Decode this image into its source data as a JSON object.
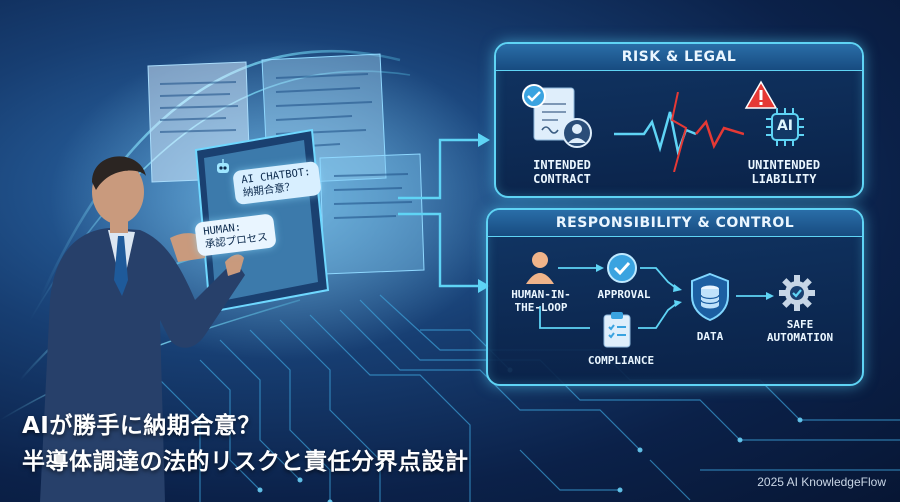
{
  "chat": {
    "ai_bubble": "AI CHATBOT:\n納期合意？",
    "human_bubble": "HUMAN:\n承認プロセス"
  },
  "risk_panel": {
    "title": "RISK & LEGAL",
    "intended": "INTENDED\nCONTRACT",
    "unintended": "UNINTENDED\nLIABILITY",
    "chip_text": "AI"
  },
  "control_panel": {
    "title": "RESPONSIBILITY & CONTROL",
    "human": "HUMAN-IN-\nTHE-LOOP",
    "approval": "APPROVAL",
    "compliance": "COMPLIANCE",
    "data": "DATA",
    "safe": "SAFE\nAUTOMATION"
  },
  "headline": {
    "line1": "AIが勝手に納期合意？",
    "line2": "半導体調達の法的リスクと責任分界点設計"
  },
  "credit": "2025 AI KnowledgeFlow",
  "colors": {
    "accent": "#5fd4f5",
    "warning": "#e53935",
    "check": "#3aa3e0"
  },
  "icons": [
    "document-check-icon",
    "person-icon",
    "heartbeat-line-icon",
    "warning-icon",
    "ai-chip-icon",
    "check-circle-icon",
    "clipboard-icon",
    "database-shield-icon",
    "gear-check-icon",
    "robot-icon"
  ]
}
